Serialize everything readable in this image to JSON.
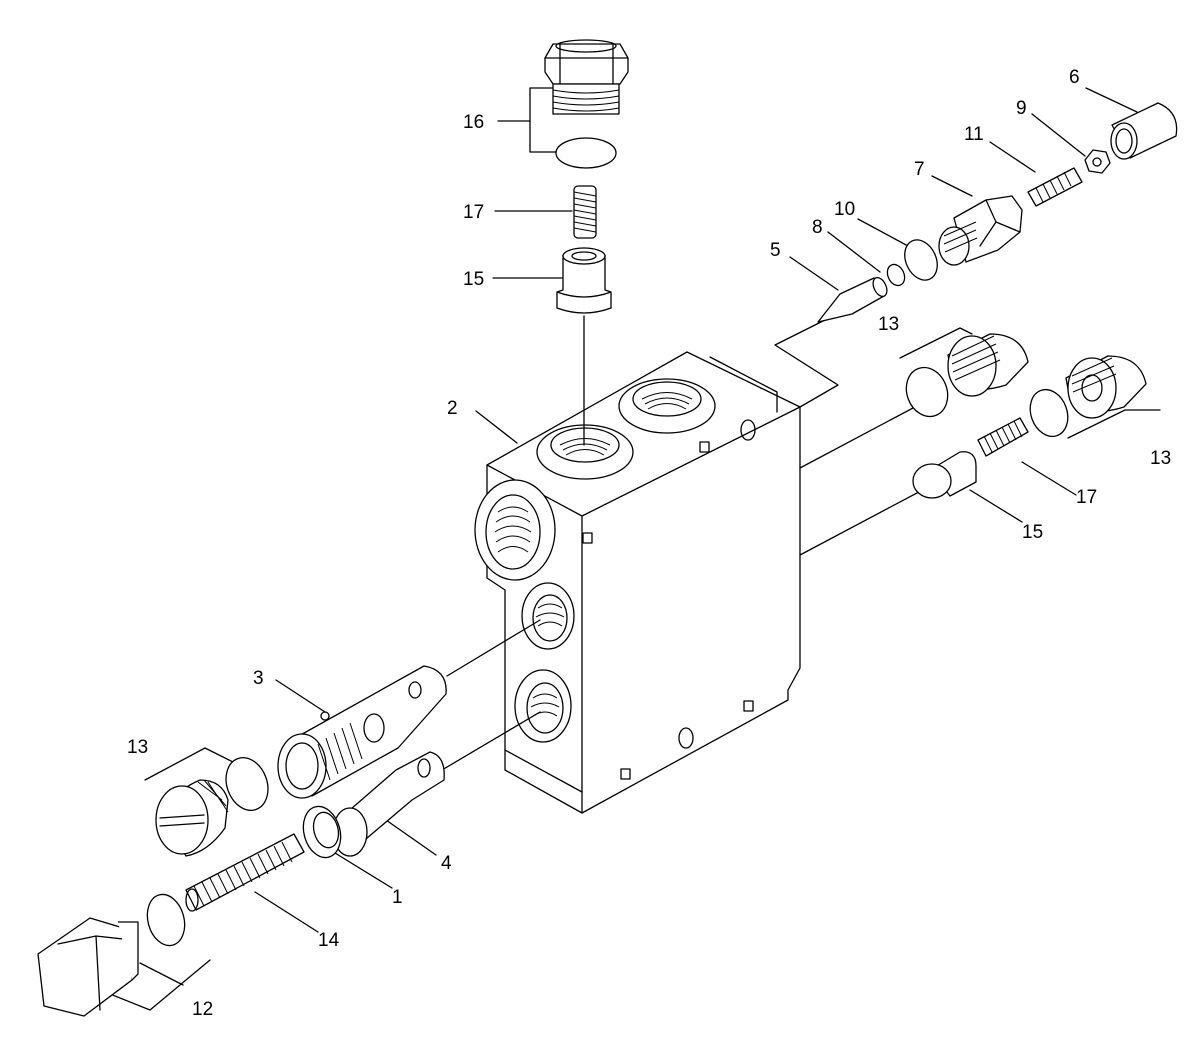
{
  "labels": {
    "p1": "1",
    "p2": "2",
    "p3": "3",
    "p4": "4",
    "p5": "5",
    "p6": "6",
    "p7": "7",
    "p8": "8",
    "p9": "9",
    "p10": "10",
    "p11": "11",
    "p12": "12",
    "p13_left": "13",
    "p13_upper_right": "13",
    "p13_right": "13",
    "p14": "14",
    "p15_top": "15",
    "p15_right": "15",
    "p16": "16",
    "p17_top": "17",
    "p17_right": "17"
  }
}
